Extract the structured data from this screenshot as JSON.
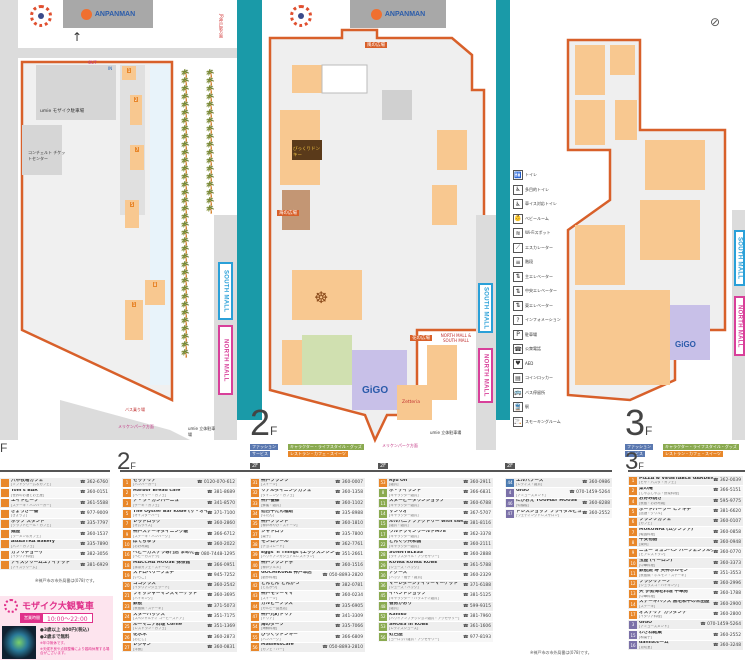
{
  "maps": {
    "anpanman_label": "ANPANMAN",
    "south_mall": "SOUTH MALL",
    "north_mall": "NORTH MALL",
    "north_south_mall": "NORTH MALL & SOUTH MALL",
    "gigo": "GiGO",
    "umie_parking_1f": "umie モザイク駐車場",
    "concerto": "コンチェルト チケットセンター",
    "umie_parking_bottom": "umie 立体駐車場",
    "meriken_park": "メリケンパーク方面",
    "harbor_land": "JR神戸駅方面",
    "out": "OUT",
    "in": "IN",
    "umi_no_hiroba": "海の広場",
    "hana_no_hiroba": "花の広場",
    "kaze_no_hiroba": "風の広場",
    "bus_stop": "バス乗り場",
    "bikkuri_donkey": "びっくりドンキー",
    "zettoria": "Zetteria",
    "floor_2": "2",
    "floor_3": "3",
    "floor_suffix": "F",
    "categories": [
      {
        "label": "ファッション",
        "color": "#5a78b0"
      },
      {
        "label": "サービス",
        "color": "#5a78b0"
      },
      {
        "label": "キャラクター・ライフスタイル・グッズ",
        "color": "#8aaa50"
      },
      {
        "label": "レストラン・カフェ・スイーツ",
        "color": "#e8872a"
      }
    ]
  },
  "legend": [
    {
      "icon": "toilet",
      "label": "トイレ",
      "glyph": "🚻"
    },
    {
      "icon": "multipurpose-toilet",
      "label": "多目的トイレ",
      "glyph": "♿"
    },
    {
      "icon": "wheelchair-toilet",
      "label": "車イス対応トイレ",
      "glyph": "♿"
    },
    {
      "icon": "baby-room",
      "label": "ベビールーム",
      "glyph": "👶"
    },
    {
      "icon": "wifi",
      "label": "Wi-Fiスポット",
      "glyph": "≋"
    },
    {
      "icon": "escalator",
      "label": "エスカレーター",
      "glyph": "⟋"
    },
    {
      "icon": "stairs",
      "label": "階段",
      "glyph": "≡"
    },
    {
      "icon": "elevator-main",
      "label": "主エレベーター",
      "glyph": "⇅"
    },
    {
      "icon": "elevator-center",
      "label": "中央エレベーター",
      "glyph": "⇅"
    },
    {
      "icon": "elevator-east",
      "label": "東エレベーター",
      "glyph": "⇅"
    },
    {
      "icon": "information",
      "label": "インフォメーション",
      "glyph": "?"
    },
    {
      "icon": "parking",
      "label": "駐車場",
      "glyph": "P"
    },
    {
      "icon": "phone",
      "label": "公衆電話",
      "glyph": "☎"
    },
    {
      "icon": "aed",
      "label": "AED",
      "glyph": "♥"
    },
    {
      "icon": "locker",
      "label": "コインロッカー",
      "glyph": "▤"
    },
    {
      "icon": "bus",
      "label": "バス停留所",
      "glyph": "🚌"
    },
    {
      "icon": "train",
      "label": "駅",
      "glyph": "🚆"
    },
    {
      "icon": "smoking",
      "label": "スモーキングルーム",
      "glyph": "🚬"
    }
  ],
  "directory": {
    "floor1": {
      "header": "F",
      "items": [
        {
          "n": "",
          "name": "六甲牧場カフェ",
          "sub": "[ソフトクリーム＆カフェ]",
          "tel": "362-6760",
          "c": "#e8872a"
        },
        {
          "n": "",
          "name": "Tom's BAR",
          "sub": "[世界のお酒とお土産]",
          "tel": "360-0151",
          "c": "#e8872a"
        },
        {
          "n": "",
          "name": "エイトビーフ",
          "sub": "[ステーキ・ハンバーガー]",
          "tel": "361-5588",
          "c": "#e8872a"
        },
        {
          "n": "",
          "name": "ぎょうざ一番",
          "sub": "[ぎょうざ]",
          "tel": "977-9009",
          "c": "#e8872a"
        },
        {
          "n": "",
          "name": "ホップ スタンド",
          "sub": "[クラフトビール・カフェ]",
          "tel": "335-7797",
          "c": "#e8872a"
        },
        {
          "n": "",
          "name": "麺屋",
          "sub": "[ラーメン＆カフェ]",
          "tel": "360-1537",
          "c": "#e8872a"
        },
        {
          "n": "",
          "name": "AGASTRA Bakery",
          "sub": "[パン・カフェ]",
          "tel": "335-7890",
          "c": "#e8872a"
        },
        {
          "n": "",
          "name": "カプリチョーザ",
          "sub": "[イタリア料理]",
          "tel": "382-3056",
          "c": "#e8872a"
        },
        {
          "n": "",
          "name": "アイスクリームユナイテッド",
          "sub": "[アイスクリーム]",
          "tel": "381-6929",
          "c": "#e8872a"
        }
      ],
      "note": "※神戸市の市外局番は(078)です。"
    },
    "promo": {
      "title": "モザイク大観覧車",
      "hours_label": "営業時間",
      "hours": "10:00〜22:00",
      "price1": "●3歳以上 800円(税込)",
      "price2": "●2歳まで無料",
      "note1": "※年中無休です。",
      "note2": "※天候不良や点検整備により臨時休業する場合がございます。"
    },
    "floor2_label": "2F",
    "floor2_cols": [
      [
        {
          "n": "1",
          "name": "ゼッテリア",
          "sub": "[ハンバーガー]",
          "tel": "0120-070-612",
          "c": "#e8872a"
        },
        {
          "n": "2",
          "name": "Harbor Bread cafe",
          "sub": "[ベーカリー・カフェ]",
          "tel": "381-8689",
          "c": "#e8872a"
        },
        {
          "n": "3",
          "name": "ア・ラ・カンパーニュ",
          "sub": "[ケーキ・カフェ]",
          "tel": "341-8570",
          "c": "#e8872a"
        },
        {
          "n": "5",
          "name": "The Oyster Bar Kobe (ザ・オイスターバー神戸)",
          "sub": "[オイスターバー]",
          "tel": "371-7100",
          "c": "#e8872a"
        },
        {
          "n": "7",
          "name": "レッドロック",
          "sub": "[オムライス]",
          "tel": "360-2860",
          "c": "#e8872a"
        },
        {
          "n": "9",
          "name": "神戸ステーキダイニング暖",
          "sub": "[ステーキ・ハンバーグ]",
          "tel": "366-6712",
          "c": "#e8872a"
        },
        {
          "n": "10",
          "name": "ぼてぢゅう",
          "sub": "[お好み焼]",
          "tel": "360-2022",
          "c": "#e8872a"
        },
        {
          "n": "16",
          "name": "ベビーカステラ専門店 まめたま",
          "sub": "[ベビーカステラ]",
          "tel": "080-7448-1295",
          "c": "#e8872a"
        },
        {
          "n": "18",
          "name": "MACCHA HOUSE 抹茶館",
          "sub": "[抹茶カフェ・スイーツ]",
          "tel": "366-0951",
          "c": "#e8872a"
        },
        {
          "n": "19",
          "name": "ストロベリーフェチ",
          "sub": "[いちご]",
          "tel": "945-7252",
          "c": "#e8872a"
        },
        {
          "n": "20",
          "name": "ココグラス",
          "sub": "[イタリアンジェラート]",
          "tel": "360-2542",
          "c": "#e8872a"
        },
        {
          "n": "21",
          "name": "フィッシャーマンズマーケット",
          "sub": "[バイキング]",
          "tel": "360-3695",
          "c": "#e8872a"
        },
        {
          "n": "23",
          "name": "鉄板",
          "sub": "[鉄板焼・ステーキ]",
          "tel": "371-5073",
          "c": "#e8872a"
        },
        {
          "n": "24",
          "name": "スターバックス",
          "sub": "[スペシャルティ コーヒーストア]",
          "tel": "351-7175",
          "c": "#e8872a"
        },
        {
          "n": "25",
          "name": "ルーマニア料理 Corne",
          "sub": "[レストラン・カフェ]",
          "tel": "351-1369",
          "c": "#e8872a"
        },
        {
          "n": "26",
          "name": "花水木",
          "sub": "[おだし]",
          "tel": "360-2873",
          "c": "#e8872a"
        },
        {
          "n": "27",
          "name": "レジャン",
          "sub": "[洋食]",
          "tel": "360-0831",
          "c": "#e8872a"
        }
      ],
      [
        {
          "n": "31",
          "name": "神戸フランツ",
          "sub": "[スイーツ]",
          "tel": "360-0007",
          "c": "#e8872a"
        },
        {
          "n": "32",
          "name": "リアルダイニングカフェ",
          "sub": "[ダイニング・カフェ]",
          "tel": "360-1358",
          "c": "#e8872a"
        },
        {
          "n": "33",
          "name": "神戸養蜂",
          "sub": "[蜂蜜・雑貨]",
          "tel": "360-1102",
          "c": "#e8872a"
        },
        {
          "n": "34",
          "name": "仙台牛たん福助",
          "sub": "[牛たん]",
          "tel": "335-8988",
          "c": "#e8872a"
        },
        {
          "n": "35",
          "name": "神戸ブランド",
          "sub": "[神戸みやげ・スイーツ]",
          "tel": "360-1810",
          "c": "#e8872a"
        },
        {
          "n": "37",
          "name": "シャトロワ",
          "sub": "[菓子]",
          "tel": "335-7800",
          "c": "#e8872a"
        },
        {
          "n": "38",
          "name": "モンロワール",
          "sub": "[チョコレート]",
          "tel": "362-7761",
          "c": "#e8872a"
        },
        {
          "n": "39",
          "name": "Eggs 'n Things (エッグスンシングス)",
          "sub": "[ハワイアンカジュアルレストラン]",
          "tel": "351-2661",
          "c": "#e8872a"
        },
        {
          "n": "40",
          "name": "神戸ブランド学",
          "sub": "[神戸グルメ]",
          "tel": "360-1516",
          "c": "#e8872a"
        },
        {
          "n": "41",
          "name": "GOCHIKURA 神戸本店",
          "sub": "[創作料理]",
          "tel": "050-8893-2820",
          "c": "#e8872a"
        },
        {
          "n": "42",
          "name": "とんとん とんかつ",
          "sub": "[とんかつ]",
          "tel": "382-0781",
          "c": "#e8872a"
        },
        {
          "n": "43",
          "name": "神戸モリーママ",
          "sub": "[スイーツ]",
          "tel": "360-0234",
          "c": "#e8872a"
        },
        {
          "n": "44",
          "name": "カルビープラス",
          "sub": "[カルビー直営店]",
          "tel": "335-6905",
          "c": "#e8872a"
        },
        {
          "n": "47",
          "name": "神戸元町ドリア",
          "sub": "[ドリア]",
          "tel": "341-3309",
          "c": "#e8872a"
        },
        {
          "n": "54",
          "name": "海のダーツ",
          "sub": "[海鮮料理]",
          "tel": "335-7066",
          "c": "#e8872a"
        },
        {
          "n": "55",
          "name": "びっくりドンキー",
          "sub": "[ハンバーグ]",
          "tel": "366-6809",
          "c": "#e8872a"
        },
        {
          "n": "56",
          "name": "MadlessCafe",
          "sub": "[カフェ・バー]",
          "tel": "050-8893-2810",
          "c": "#e8872a"
        }
      ],
      [
        {
          "n": "53",
          "name": "Ryu'Oh",
          "sub": "[雑貨]",
          "tel": "360-2911",
          "c": "#e8872a"
        },
        {
          "n": "8",
          "name": "ホ・デイランド",
          "sub": "[キャラクター雑貨]",
          "tel": "366-6831",
          "c": "#8aaa50"
        },
        {
          "n": "11",
          "name": "スヌーピータウンショップ",
          "sub": "[キャラクター雑貨]",
          "tel": "360-6788",
          "c": "#8aaa50"
        },
        {
          "n": "14",
          "name": "サンリオ",
          "sub": "[キャラクター雑貨]",
          "tel": "367-5707",
          "c": "#8aaa50"
        },
        {
          "n": "15",
          "name": "ルルパニアファクトリー with sweets",
          "sub": "[雑貨・雑貨]",
          "tel": "381-8116",
          "c": "#8aaa50"
        },
        {
          "n": "17",
          "name": "ウルトラマンワールドM78",
          "sub": "[キャラクター雑貨]",
          "tel": "362-3378",
          "c": "#8aaa50"
        },
        {
          "n": "22",
          "name": "どんぐり共和国",
          "sub": "[キャラクター雑貨]",
          "tel": "360-2111",
          "c": "#8aaa50"
        },
        {
          "n": "28",
          "name": "SUNNYBLESS",
          "sub": "[ライフスタイル・アクセサリー]",
          "tel": "360-2888",
          "c": "#8aaa50"
        },
        {
          "n": "29",
          "name": "KUWA KUWA KOBE",
          "sub": "[シューズ・バッグ]",
          "tel": "361-5788",
          "c": "#8aaa50"
        },
        {
          "n": "30",
          "name": "アグース",
          "sub": "[バッグ・帽子・雑貨]",
          "tel": "360-2329",
          "c": "#8aaa50"
        },
        {
          "n": "36",
          "name": "マーレダーシデイリーマーケット",
          "sub": "[シューズ・バッグ]",
          "tel": "371-6188",
          "c": "#8aaa50"
        },
        {
          "n": "45",
          "name": "イベントショップ",
          "sub": "[キャラクター・バラエティ雑貨]",
          "tel": "381-5125",
          "c": "#8aaa50"
        },
        {
          "n": "48",
          "name": "香房かおり",
          "sub": "[雑貨]",
          "tel": "599-9315",
          "c": "#8aaa50"
        },
        {
          "n": "52",
          "name": "Kahiko",
          "sub": "[ハワイアンファッション雑貨・アクセサリー]",
          "tel": "381-7960",
          "c": "#8aaa50"
        },
        {
          "n": "53",
          "name": "SHOES in KOBE",
          "sub": "[レディスシューズ]",
          "tel": "361-1606",
          "c": "#8aaa50"
        },
        {
          "n": "56",
          "name": "虹色屋",
          "sub": "[ヨーロッパ雑貨・アクセサリー]",
          "tel": "977-8193",
          "c": "#8aaa50"
        }
      ],
      [
        {
          "n": "44",
          "name": "エルパブース",
          "sub": "[レディス・雑貨]",
          "tel": "360-0986",
          "c": "#4a7ab0"
        },
        {
          "n": "4",
          "name": "GiGO",
          "sub": "[アミューズメント]",
          "tel": "070-1459-5264",
          "c": "#7a70a8"
        },
        {
          "n": "46",
          "name": "にがおえ YOUMAY HOUSE",
          "sub": "[似顔絵]",
          "tel": "360-8288",
          "c": "#7a70a8"
        },
        {
          "n": "47",
          "name": "ドレスショップ ブライダルビュール",
          "sub": "[ウェディングドレスサロン]",
          "tel": "360-2552",
          "c": "#7a70a8"
        }
      ]
    ],
    "floor2_note": "※神戸市の市外局番は(078)です。",
    "floor3": [
      {
        "n": "1",
        "name": "PIZZA & VEGETABLE GARDEN CAFE DELRANTE",
        "sub": "[ピザ・パスタ・カフェ]",
        "tel": "362-0039",
        "c": "#e8872a"
      },
      {
        "n": "2",
        "name": "菜の庵",
        "sub": "[しゃぶしゃぶ・野菜料理]",
        "tel": "366-5151",
        "c": "#e8872a"
      },
      {
        "n": "4",
        "name": "お好み焼き",
        "sub": "[鉄板・お好み焼]",
        "tel": "595-9775",
        "c": "#e8872a"
      },
      {
        "n": "5",
        "name": "ポートバーラー ヒノキチ",
        "sub": "[居酒・グリル]",
        "tel": "381-6620",
        "c": "#e8872a"
      },
      {
        "n": "6",
        "name": "フランツカフェ",
        "sub": "[カフェ]",
        "tel": "360-0107",
        "c": "#e8872a"
      },
      {
        "n": "7",
        "name": "MUKUNFA (ムグンファ)",
        "sub": "[韓国料理]",
        "tel": "360-0858",
        "c": "#e8872a"
      },
      {
        "n": "8",
        "name": "牛安物語",
        "sub": "[焼肉]",
        "tel": "360-0948",
        "c": "#e8872a"
      },
      {
        "n": "9",
        "name": "ニュー ミュンヘン ハーフェンブルグ",
        "sub": "[ビアレストラン]",
        "tel": "360-0770",
        "c": "#e8872a"
      },
      {
        "n": "10",
        "name": "玉屋 (イーロン)",
        "sub": "[中華料理]",
        "tel": "360-3373",
        "c": "#e8872a"
      },
      {
        "n": "11",
        "name": "鉄板焼 寿 天神ホルモン",
        "sub": "[鉄板焼・ホルモン・ステーキ]",
        "tel": "351-3553",
        "c": "#e8872a"
      },
      {
        "n": "12",
        "name": "ブラジリアーノ",
        "sub": "[シュラスコ・バイキング]",
        "tel": "360-2996",
        "c": "#e8872a"
      },
      {
        "n": "13",
        "name": "天 伊勢海老料理 中華房",
        "sub": "[中華料理]",
        "tel": "360-1788",
        "c": "#e8872a"
      },
      {
        "n": "14",
        "name": "ステーキハウス 黒毛和牛の三田屋",
        "sub": "[ステーキ]",
        "tel": "360-2900",
        "c": "#e8872a"
      },
      {
        "n": "17",
        "name": "オステリア ガウダンテ",
        "sub": "[イタリア料理]",
        "tel": "360-2800",
        "c": "#e8872a"
      },
      {
        "n": "3",
        "name": "GiGO",
        "sub": "[アミューズメント]",
        "tel": "070-1459-5264",
        "c": "#7a70a8"
      },
      {
        "n": "15",
        "name": "わさね銘菓",
        "sub": "[和菓子]",
        "tel": "360-2552",
        "c": "#7a70a8"
      },
      {
        "n": "16",
        "name": "dahliaルーム",
        "sub": "[貸切室]",
        "tel": "360-3248",
        "c": "#7a70a8"
      }
    ]
  }
}
